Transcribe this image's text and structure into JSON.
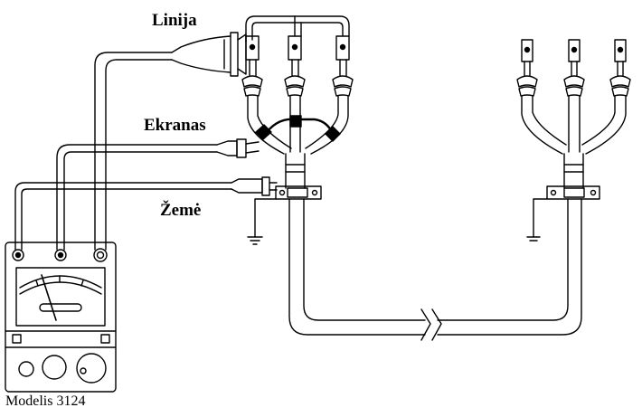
{
  "labels": {
    "line": "Linija",
    "screen": "Ekranas",
    "earth": "Žemė",
    "model": "Modelis 3124"
  },
  "colors": {
    "ink": "#000000",
    "background": "#ffffff"
  },
  "icons": [
    "megohmmeter-device",
    "cable-termination",
    "ground-symbol",
    "cable-break-symbol",
    "alligator-clip"
  ]
}
